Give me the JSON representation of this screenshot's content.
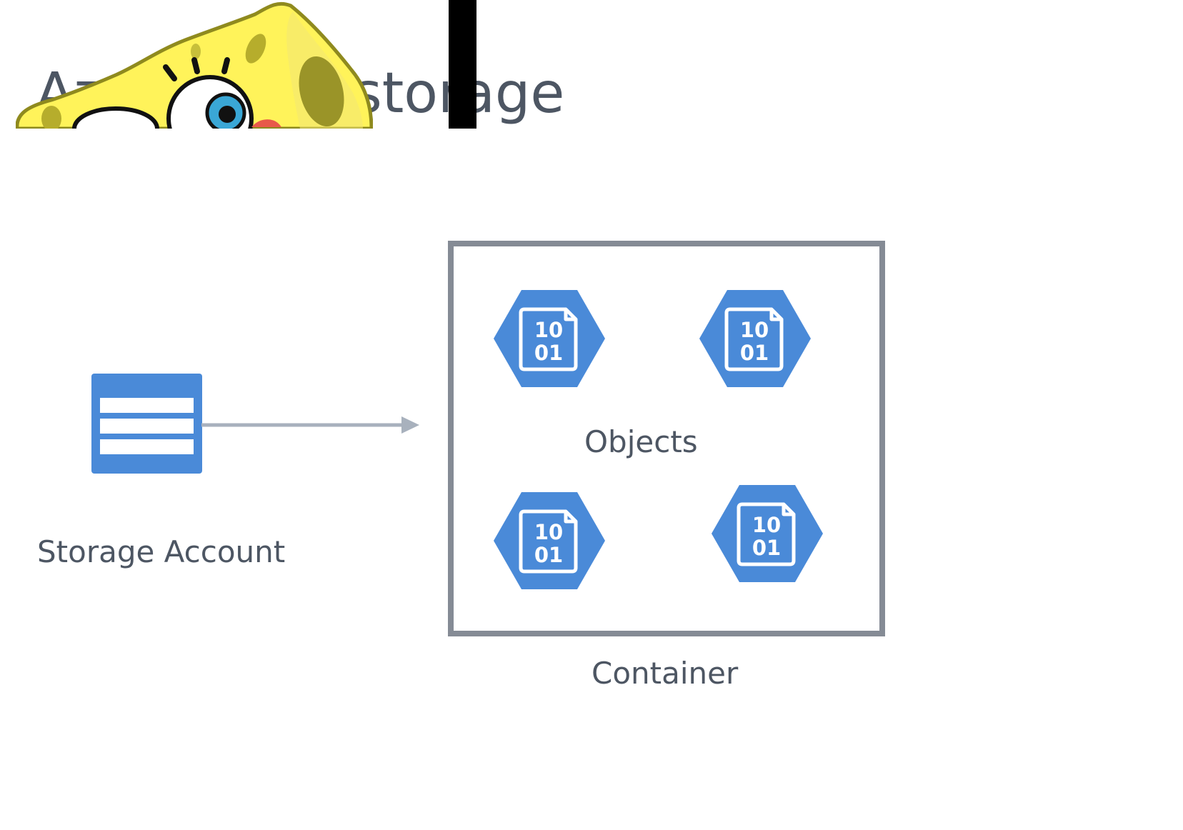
{
  "title": "Azure Blob storage",
  "diagram": {
    "account_label": "Storage Account",
    "objects_label": "Objects",
    "container_label": "Container",
    "blob_bits": {
      "top": "10",
      "bottom": "01"
    }
  },
  "colors": {
    "text": "#4d5663",
    "azure_blue": "#4a8ad8",
    "arrow": "#a8b1bd",
    "container_border": "#858b95",
    "mascot_yellow": "#fff35a",
    "overlay_bar": "#000000"
  },
  "icons": [
    "spongebob-mascot",
    "storage-account-icon",
    "blob-object-icon"
  ]
}
